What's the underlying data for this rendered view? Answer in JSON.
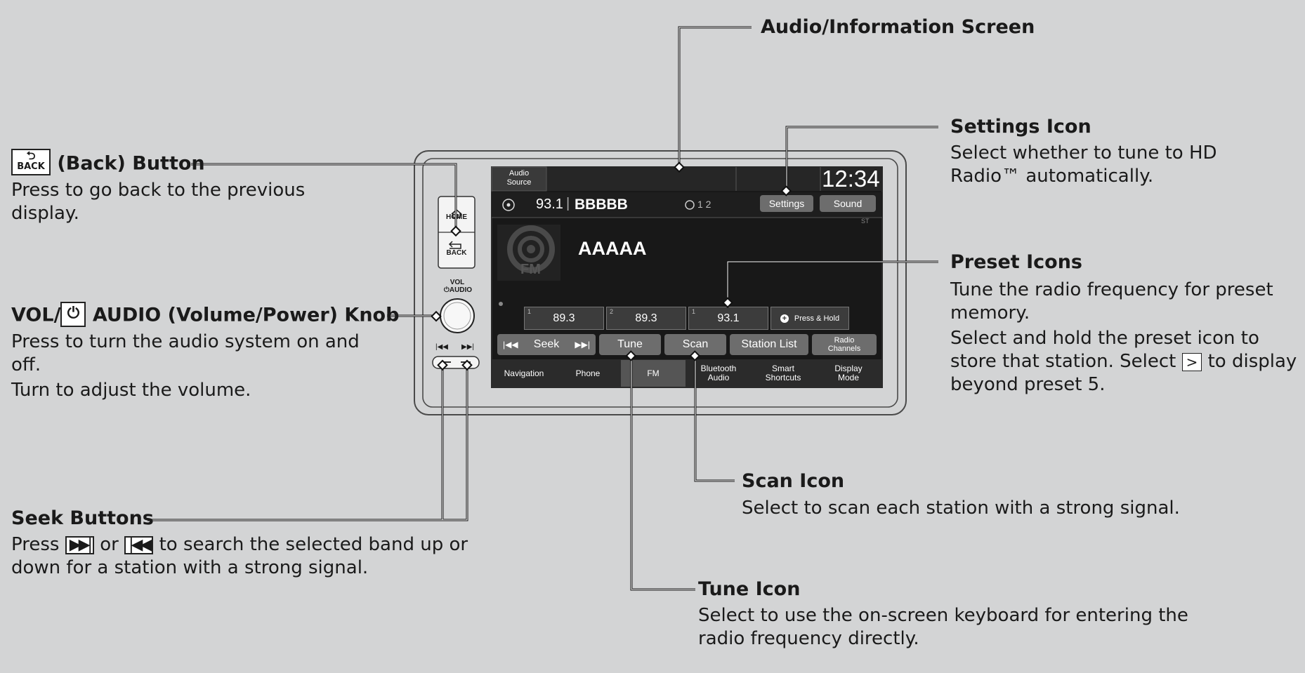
{
  "labels": {
    "audio_screen": "Audio/Information Screen",
    "settings_icon": {
      "title": "Settings Icon",
      "body": "Select whether to tune to HD Radio™ automatically."
    },
    "back_button": {
      "title": "(Back) Button",
      "key": "BACK",
      "body": "Press to go back to the previous display."
    },
    "preset_icons": {
      "title": "Preset Icons",
      "body1": "Tune the radio frequency for preset memory.",
      "body2a": "Select and hold the preset icon to store that station. Select",
      "key": ">",
      "body2b": "to display beyond preset 5."
    },
    "vol_knob": {
      "title_a": "VOL/",
      "title_b": "AUDIO (Volume/Power) Knob",
      "body1": "Press to turn the audio system on and off.",
      "body2": "Turn to adjust the volume."
    },
    "scan_icon": {
      "title": "Scan Icon",
      "body": "Select to scan each station with a strong signal."
    },
    "seek_buttons": {
      "title": "Seek Buttons",
      "body_a": "Press",
      "body_or": "or",
      "body_b": "to search the selected band up or down for a station with a strong signal."
    },
    "tune_icon": {
      "title": "Tune Icon",
      "body": "Select to use the on-screen keyboard for entering the radio frequency directly."
    }
  },
  "unit": {
    "home_label": "HOME",
    "back_label": "BACK",
    "vol_label": "VOL",
    "audio_label": "AUDIO",
    "seek_prev": "|◀◀",
    "seek_next": "▶▶|"
  },
  "screen": {
    "audio_source": "Audio\nSource",
    "clock": "12:34",
    "frequency": "93.1",
    "station_name": "BBBBB",
    "hd_channels": "1 2",
    "settings": "Settings",
    "sound": "Sound",
    "st": "ST",
    "song_title": "AAAAA",
    "fm_badge": "FM",
    "presets": [
      {
        "hd": "1",
        "freq": "89.3"
      },
      {
        "hd": "2",
        "freq": "89.3"
      },
      {
        "hd": "1",
        "freq": "93.1"
      }
    ],
    "press_hold": "Press & Hold",
    "seek": "Seek",
    "tune": "Tune",
    "scan": "Scan",
    "station_list": "Station List",
    "radio_channels": "Radio\nChannels",
    "tabs": [
      "Navigation",
      "Phone",
      "FM",
      "Bluetooth\nAudio",
      "Smart\nShortcuts",
      "Display\nMode"
    ]
  }
}
